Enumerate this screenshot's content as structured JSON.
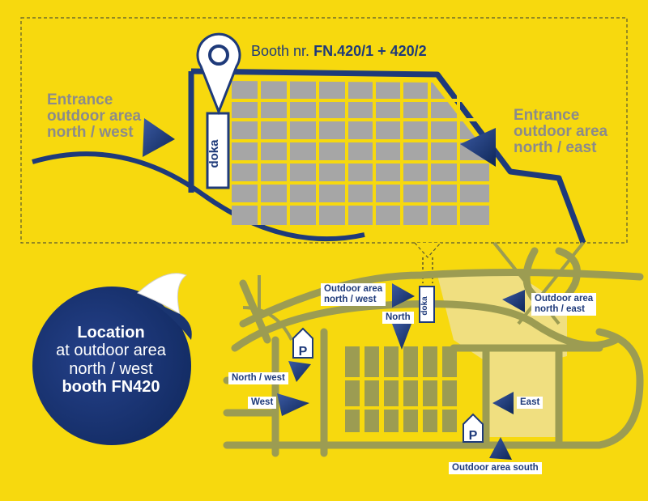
{
  "colors": {
    "background": "#f7d90e",
    "brand_blue": "#1e3a7a",
    "hall_gray": "#a6a6a6",
    "road_olive": "#9c9c52",
    "area_light": "#f0df80",
    "label_gray": "#8b8b8b",
    "white": "#ffffff"
  },
  "detail_view": {
    "booth_prefix": "Booth nr.",
    "booth_number": "FN.420/1 + 420/2",
    "entrance_nw": [
      "Entrance",
      "outdoor area",
      "north / west"
    ],
    "entrance_ne": [
      "Entrance",
      "outdoor area",
      "north / east"
    ],
    "brand_logo": "doka"
  },
  "overview_map": {
    "labels": {
      "outdoor_nw": [
        "Outdoor area",
        "north / west"
      ],
      "outdoor_ne": [
        "Outdoor area",
        "north / east"
      ],
      "north": "North",
      "north_west": "North / west",
      "west": "West",
      "east": "East",
      "outdoor_south": "Outdoor area south"
    },
    "parking_symbol": "P",
    "brand_logo": "doka"
  },
  "badge": {
    "line1": "Location",
    "line2": "at outdoor area",
    "line3": "north / west",
    "line4": "booth FN420"
  },
  "icons": [
    "map-pin-icon",
    "parking-icon",
    "direction-arrow-icon",
    "sticker-badge"
  ]
}
